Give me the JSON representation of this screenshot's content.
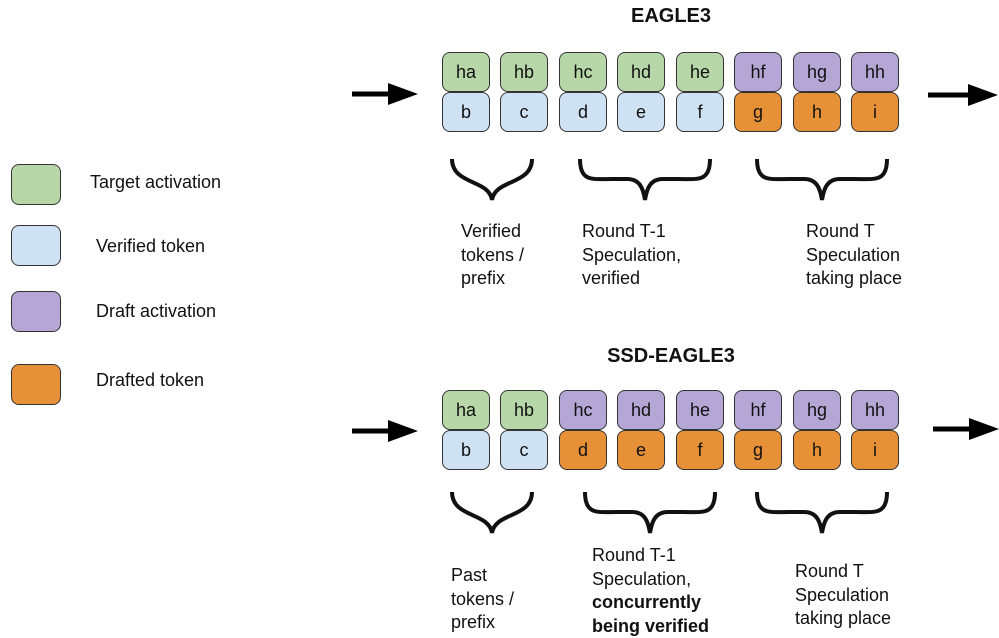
{
  "colors": {
    "target_activation": "#b7d7a8",
    "verified_token": "#cfe2f3",
    "draft_activation": "#b4a7d6",
    "drafted_token": "#e69138",
    "border": "#333333"
  },
  "legend": [
    {
      "label": "Target activation",
      "type": "target_activation"
    },
    {
      "label": "Verified token",
      "type": "verified_token"
    },
    {
      "label": "Draft activation",
      "type": "draft_activation"
    },
    {
      "label": "Drafted token",
      "type": "drafted_token"
    }
  ],
  "panels": [
    {
      "title": "EAGLE3",
      "activations": [
        {
          "text": "ha",
          "type": "target_activation"
        },
        {
          "text": "hb",
          "type": "target_activation"
        },
        {
          "text": "hc",
          "type": "target_activation"
        },
        {
          "text": "hd",
          "type": "target_activation"
        },
        {
          "text": "he",
          "type": "target_activation"
        },
        {
          "text": "hf",
          "type": "draft_activation"
        },
        {
          "text": "hg",
          "type": "draft_activation"
        },
        {
          "text": "hh",
          "type": "draft_activation"
        }
      ],
      "tokens": [
        {
          "text": "b",
          "type": "verified_token"
        },
        {
          "text": "c",
          "type": "verified_token"
        },
        {
          "text": "d",
          "type": "verified_token"
        },
        {
          "text": "e",
          "type": "verified_token"
        },
        {
          "text": "f",
          "type": "verified_token"
        },
        {
          "text": "g",
          "type": "drafted_token"
        },
        {
          "text": "h",
          "type": "drafted_token"
        },
        {
          "text": "i",
          "type": "drafted_token"
        }
      ],
      "captions": [
        {
          "lines": [
            "Verified",
            "tokens /",
            "prefix"
          ],
          "bold_lines": []
        },
        {
          "lines": [
            "Round T-1",
            "Speculation,",
            "verified"
          ],
          "bold_lines": []
        },
        {
          "lines": [
            "Round T",
            "Speculation",
            "taking place"
          ],
          "bold_lines": []
        }
      ]
    },
    {
      "title": "SSD-EAGLE3",
      "activations": [
        {
          "text": "ha",
          "type": "target_activation"
        },
        {
          "text": "hb",
          "type": "target_activation"
        },
        {
          "text": "hc",
          "type": "draft_activation"
        },
        {
          "text": "hd",
          "type": "draft_activation"
        },
        {
          "text": "he",
          "type": "draft_activation"
        },
        {
          "text": "hf",
          "type": "draft_activation"
        },
        {
          "text": "hg",
          "type": "draft_activation"
        },
        {
          "text": "hh",
          "type": "draft_activation"
        }
      ],
      "tokens": [
        {
          "text": "b",
          "type": "verified_token"
        },
        {
          "text": "c",
          "type": "verified_token"
        },
        {
          "text": "d",
          "type": "drafted_token"
        },
        {
          "text": "e",
          "type": "drafted_token"
        },
        {
          "text": "f",
          "type": "drafted_token"
        },
        {
          "text": "g",
          "type": "drafted_token"
        },
        {
          "text": "h",
          "type": "drafted_token"
        },
        {
          "text": "i",
          "type": "drafted_token"
        }
      ],
      "captions": [
        {
          "lines": [
            "Past",
            "tokens /",
            "prefix"
          ],
          "bold_lines": []
        },
        {
          "lines": [
            "Round T-1",
            "Speculation,",
            "concurrently",
            "being verified"
          ],
          "bold_lines": [
            2,
            3
          ]
        },
        {
          "lines": [
            "Round T",
            "Speculation",
            "taking place"
          ],
          "bold_lines": []
        }
      ]
    }
  ]
}
